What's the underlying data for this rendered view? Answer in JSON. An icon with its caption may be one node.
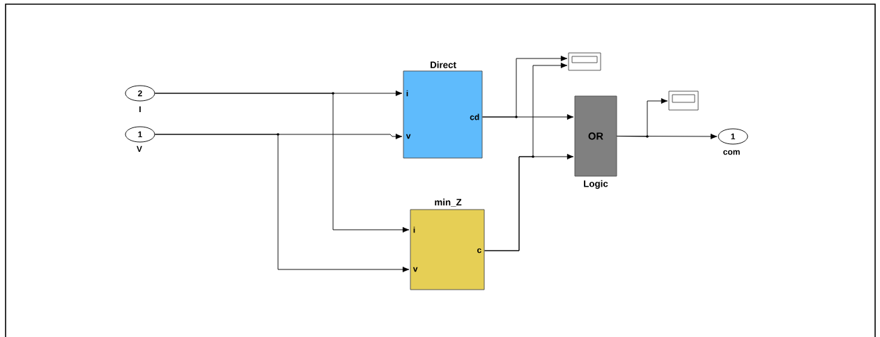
{
  "diagram": {
    "nodes": [
      {
        "text": [
          "2",
          "I"
        ]
      },
      {
        "text": [
          "1",
          "V"
        ]
      },
      {
        "text": [
          "Direct",
          "i",
          "v",
          "cd"
        ]
      },
      {
        "text": [
          "min_Z",
          "i",
          "v",
          "c"
        ]
      },
      {
        "text": [],
        "shape": "box"
      },
      {
        "text": [
          "OR",
          "Logic"
        ]
      },
      {
        "text": [],
        "shape": "box"
      },
      {
        "text": [
          "1",
          "com"
        ]
      }
    ],
    "edges": [
      {
        "from": 0,
        "to": 2,
        "arrow": "to"
      },
      {
        "from": 0,
        "to": 3,
        "arrow": "to"
      },
      {
        "from": 1,
        "to": 2,
        "arrow": "to"
      },
      {
        "from": 1,
        "to": 3,
        "arrow": "to"
      },
      {
        "from": 2,
        "to": 4,
        "arrow": "to"
      },
      {
        "from": 2,
        "to": 5,
        "arrow": "to"
      },
      {
        "from": 3,
        "to": 4,
        "arrow": "to"
      },
      {
        "from": 3,
        "to": 5,
        "arrow": "to"
      },
      {
        "from": 5,
        "to": 6,
        "arrow": "to"
      },
      {
        "from": 5,
        "to": 7,
        "arrow": "to"
      }
    ]
  }
}
